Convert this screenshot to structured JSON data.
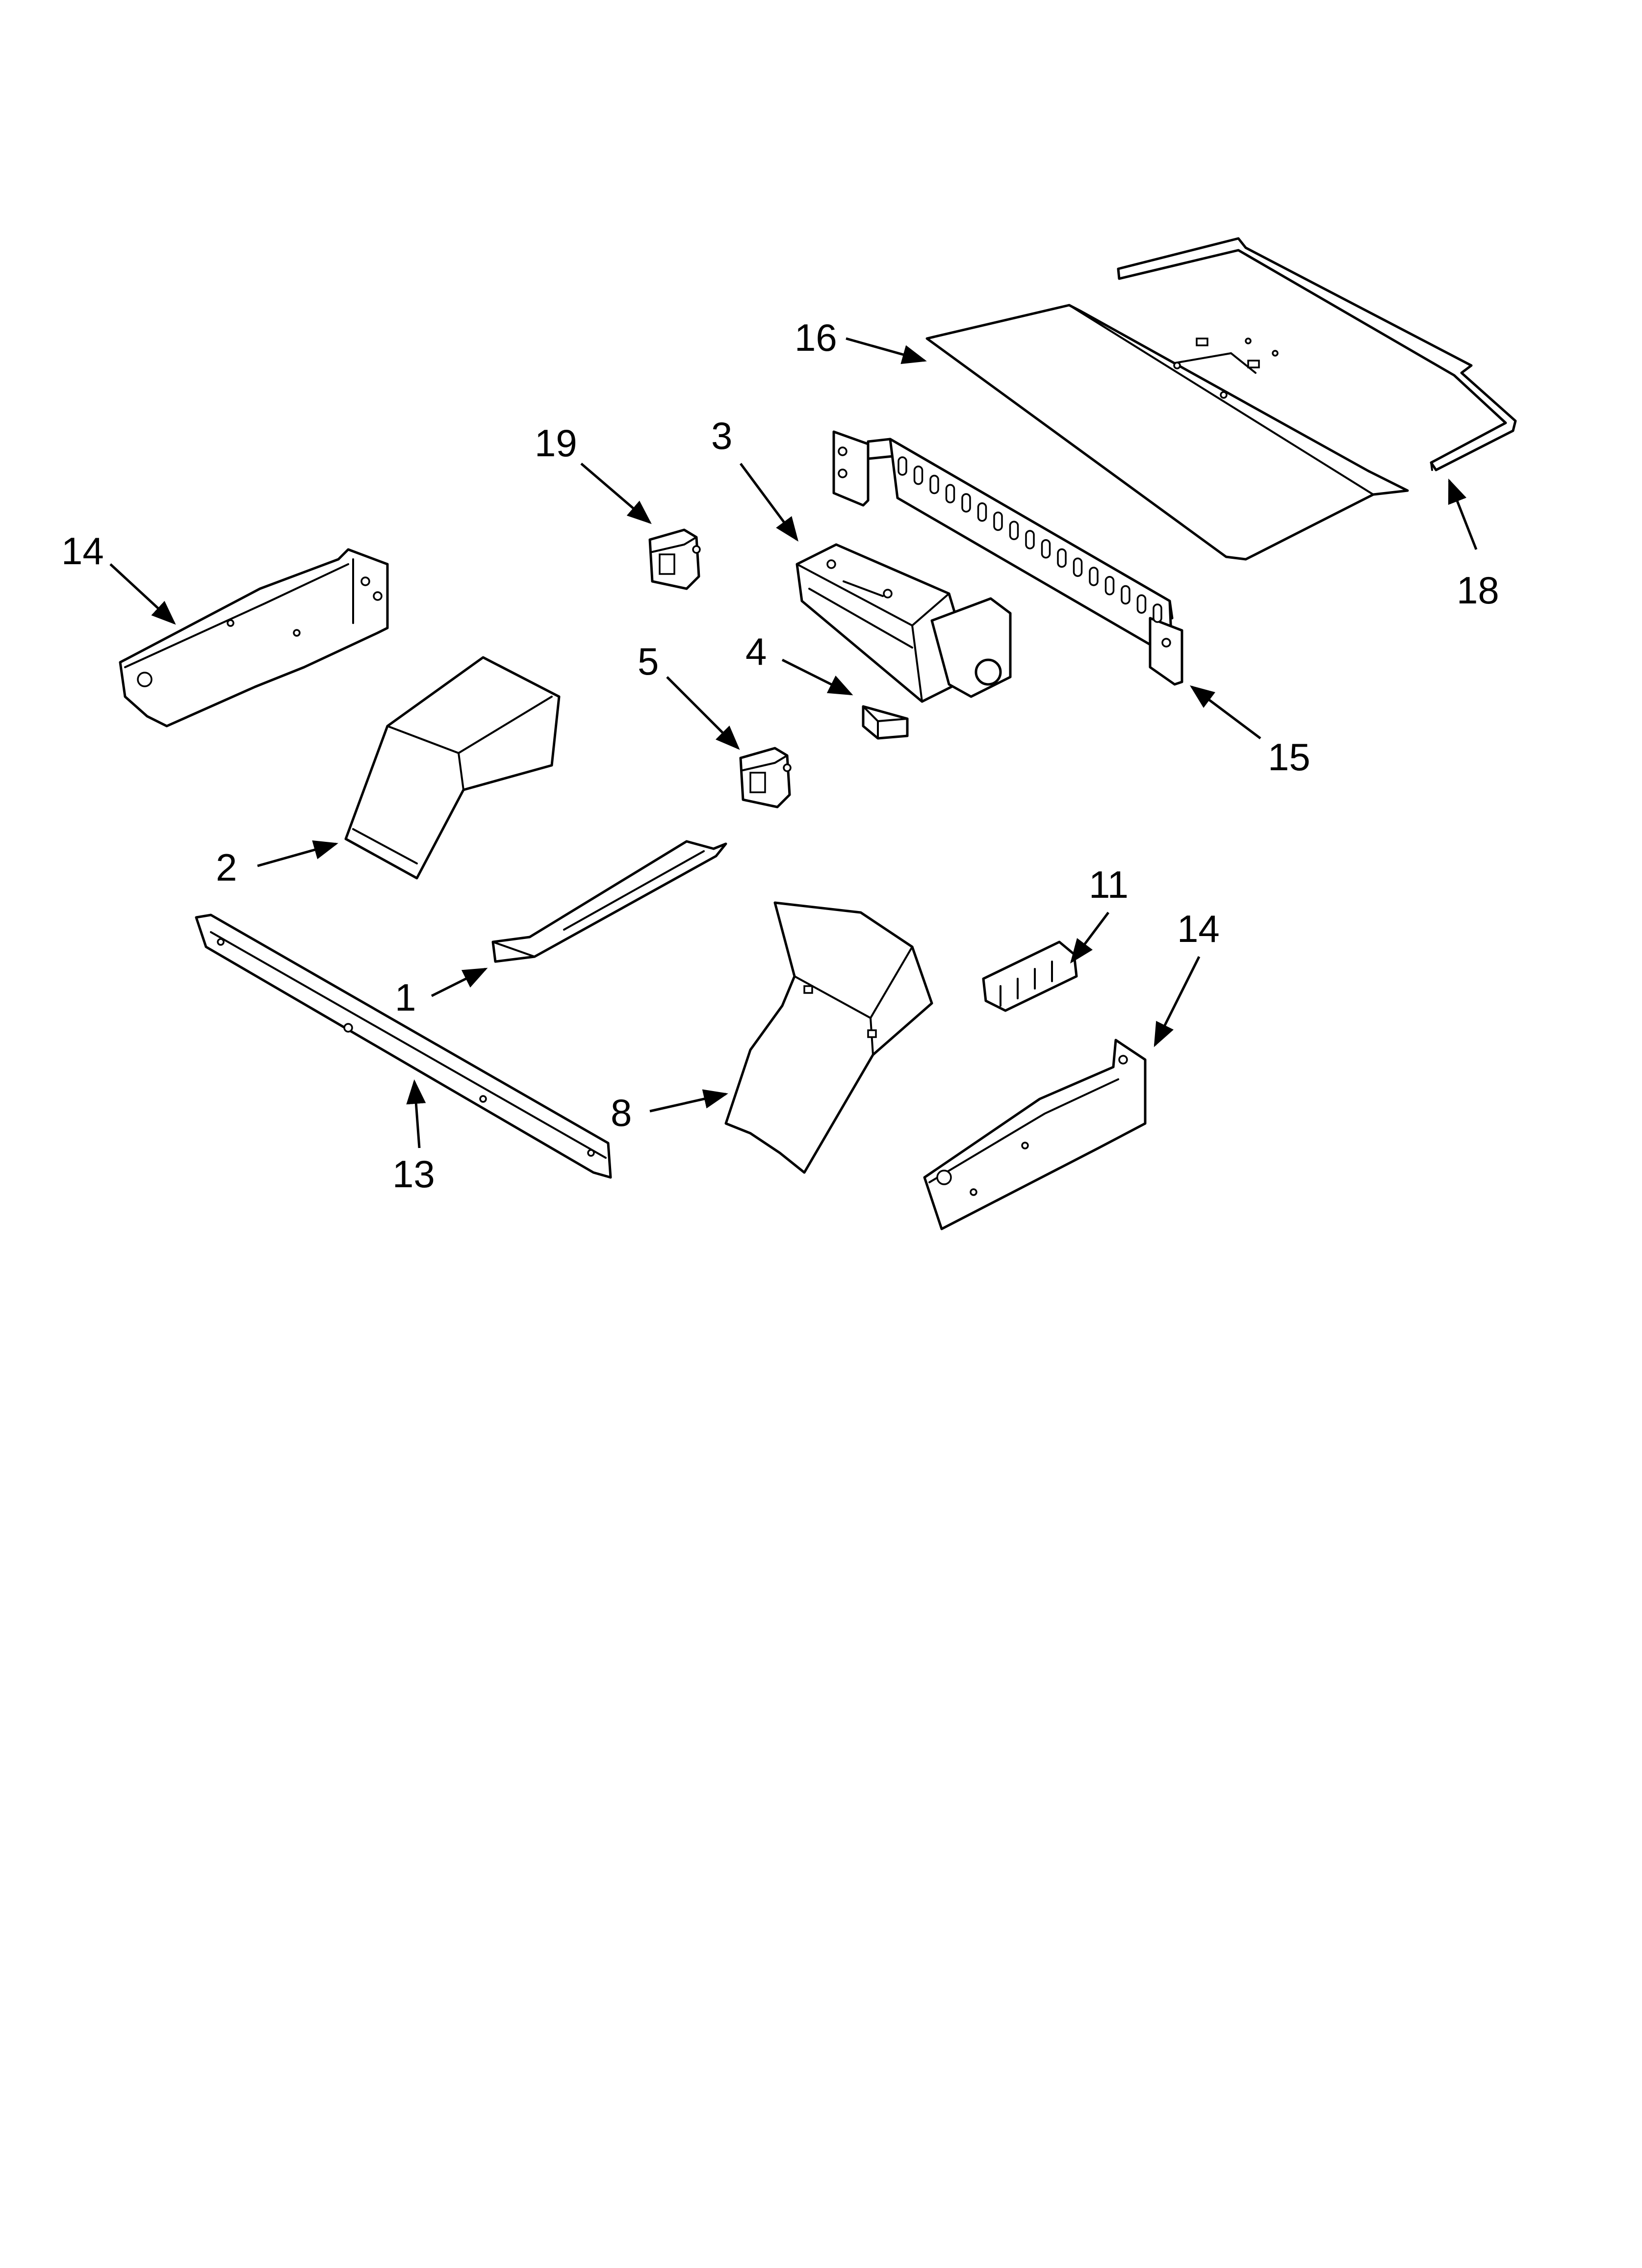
{
  "callouts": {
    "c1": "1",
    "c2": "2",
    "c3": "3",
    "c4": "4",
    "c5": "5",
    "c8": "8",
    "c11": "11",
    "c13": "13",
    "c14_left": "14",
    "c14_right": "14",
    "c15": "15",
    "c16": "16",
    "c18": "18",
    "c19": "19"
  }
}
